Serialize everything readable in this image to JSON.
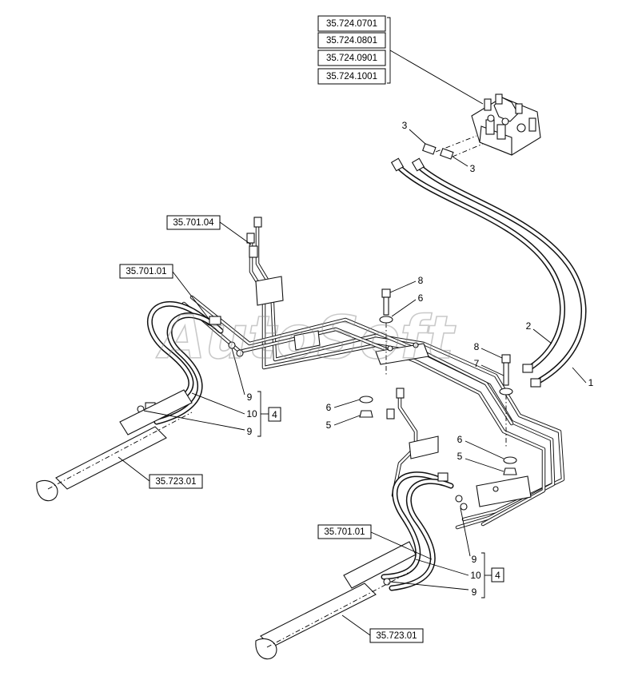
{
  "watermark": "AutoSoft",
  "references": {
    "valve_refs": [
      "35.724.0701",
      "35.724.0801",
      "35.724.0901",
      "35.724.1001"
    ],
    "ref_35701_04": "35.701.04",
    "ref_35701_01_left": "35.701.01",
    "ref_35723_01_left": "35.723.01",
    "ref_35701_01_right": "35.701.01",
    "ref_35723_01_right": "35.723.01"
  },
  "callouts": {
    "c1": "1",
    "c2": "2",
    "c3a": "3",
    "c3b": "3",
    "c8a": "8",
    "c6a": "6",
    "c8b": "8",
    "c7": "7",
    "c6b": "6",
    "c5a": "5",
    "c6c": "6",
    "c5b": "5",
    "c9a": "9",
    "c10a": "10",
    "c9b": "9",
    "c4a": "4",
    "c9c": "9",
    "c10b": "10",
    "c9d": "9",
    "c4b": "4"
  },
  "colors": {
    "line": "#111111",
    "background": "#ffffff",
    "watermark": "#8a8a8a"
  }
}
